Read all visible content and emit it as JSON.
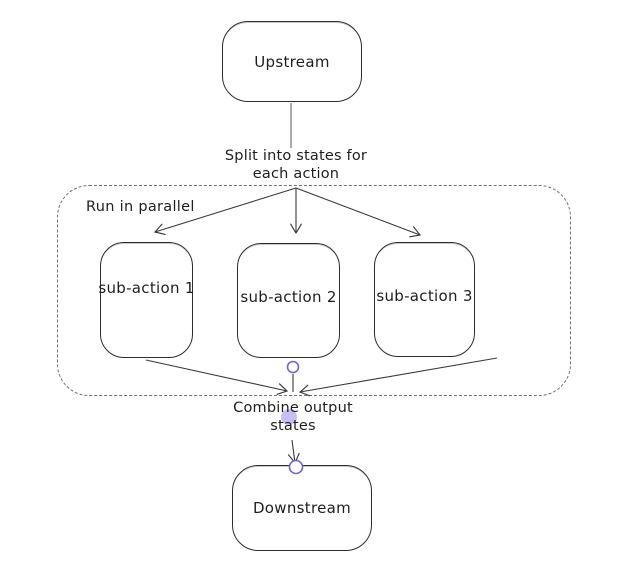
{
  "diagram": {
    "title": "parallel split/combine flow",
    "nodes": {
      "upstream": {
        "label": "Upstream"
      },
      "sub_action_1": {
        "label": "sub-action 1"
      },
      "sub_action_2": {
        "label": "sub-action 2"
      },
      "sub_action_3": {
        "label": "sub-action 3"
      },
      "downstream": {
        "label": "Downstream"
      }
    },
    "group": {
      "label": "Run in parallel"
    },
    "edge_labels": {
      "split": "Split into states for\neach action",
      "combine": "Combine output\nstates"
    },
    "colors": {
      "stroke": "#2d2d2d",
      "arrow": "#3a3a3a",
      "muted_connector": "#9e9e9e",
      "dashed_border": "#6f6f6f",
      "handle_stroke": "#6965db",
      "handle_fill": "#c9bdf4",
      "background": "#ffffff"
    }
  }
}
